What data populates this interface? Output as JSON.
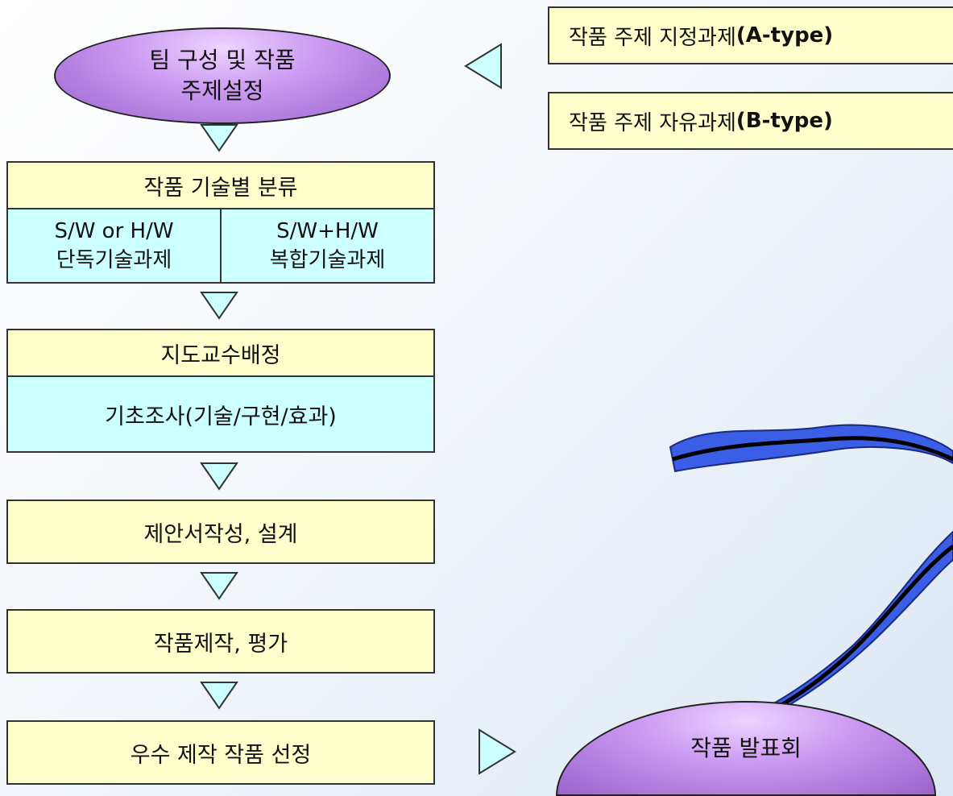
{
  "flow": {
    "step1_oval": "팀 구성 및 작품\n주제설정",
    "step2_header": "작품 기술별 분류",
    "step2_left": "S/W or H/W\n단독기술과제",
    "step2_right": "S/W+H/W\n복합기술과제",
    "step3_header": "지도교수배정",
    "step3_body": "기초조사(기술/구현/효과)",
    "step4": "제안서작성, 설계",
    "step5": "작품제작, 평가",
    "step6": "우수 제작 작품 선정",
    "final_oval": "작품 발표회"
  },
  "topics": {
    "a_prefix": "작품 주제 지정과제",
    "a_type": "(A-type)",
    "b_prefix": "작품 주제 자유과제",
    "b_type": "(B-type)"
  },
  "colors": {
    "yellow_box": "#ffffcc",
    "cyan_box": "#ccffff",
    "oval_purple": "#b07be0",
    "arrow_fill": "#ccffff",
    "ribbon_blue": "#3355dd"
  }
}
